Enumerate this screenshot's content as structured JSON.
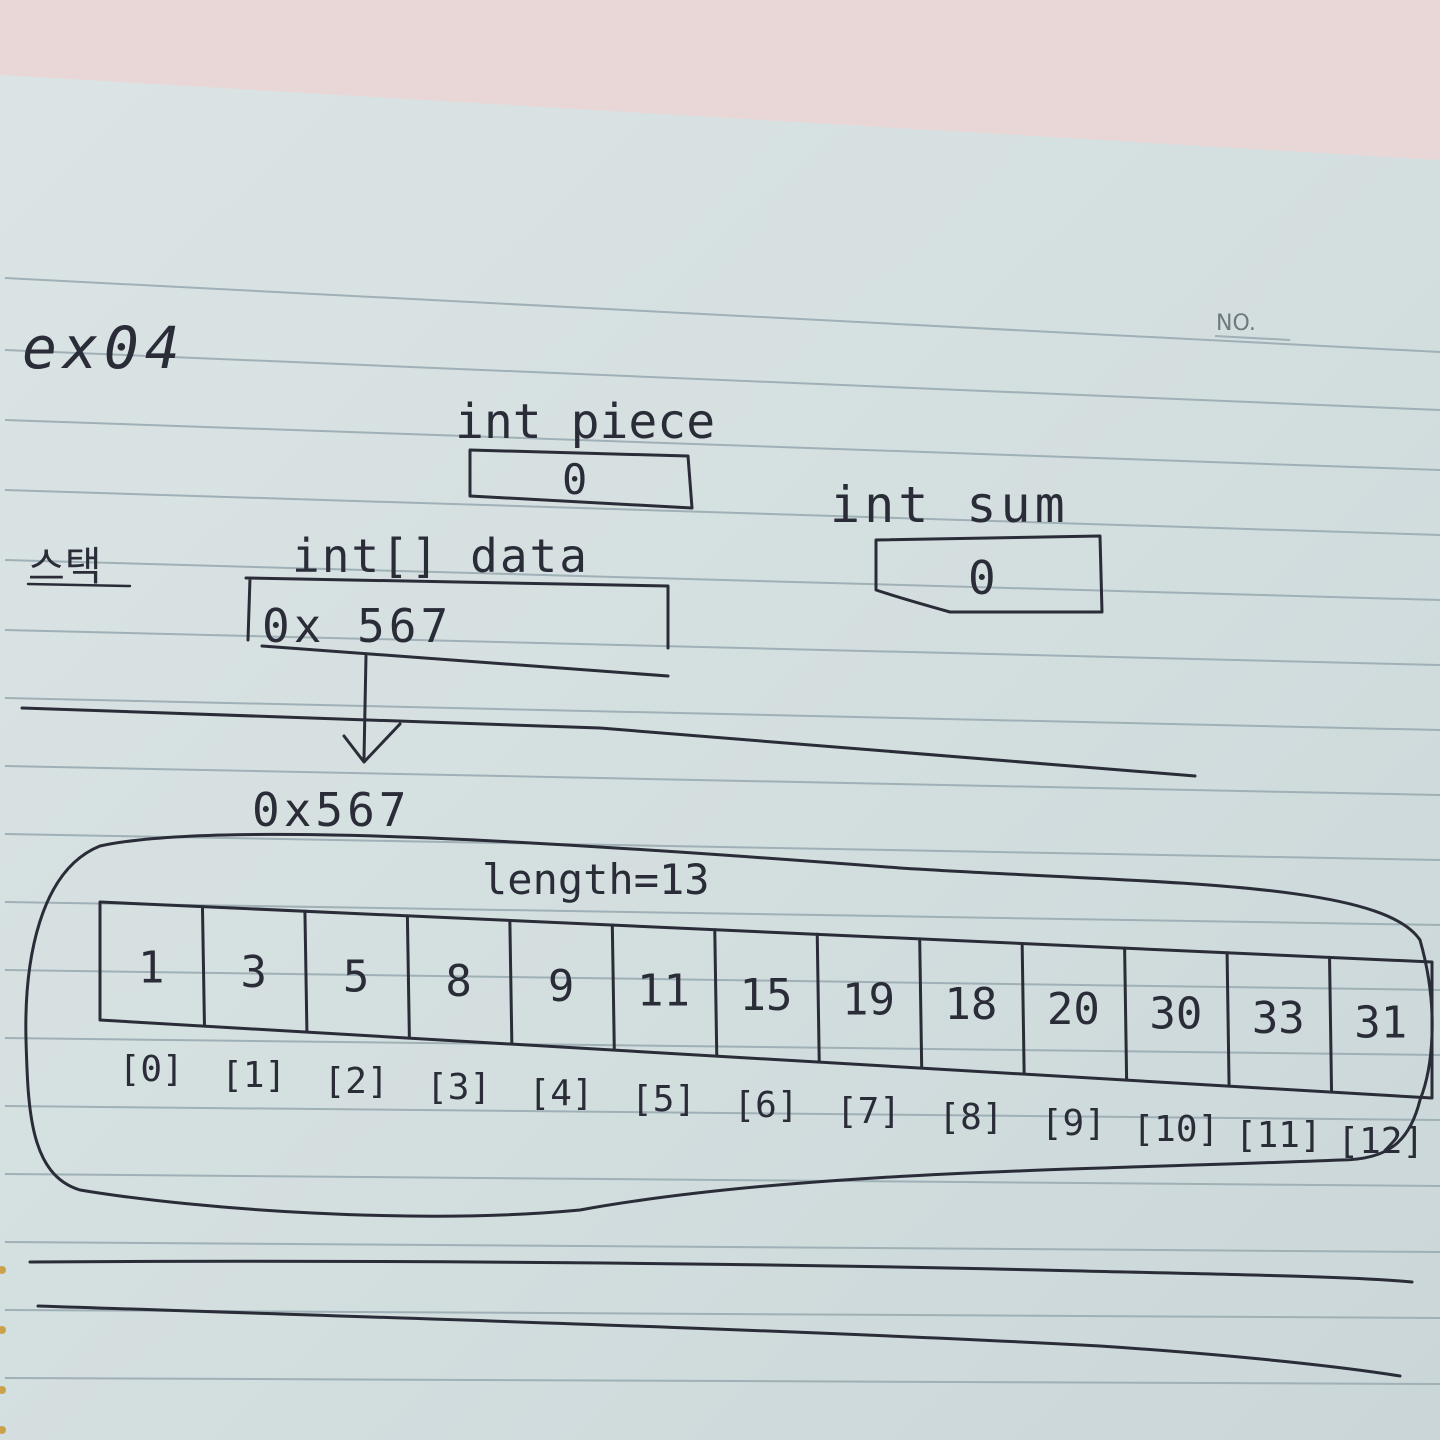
{
  "page": {
    "no_label": "NO.",
    "title": "ex04"
  },
  "stack": {
    "label": "스택",
    "piece": {
      "decl": "int piece",
      "value": "0"
    },
    "sum": {
      "decl": "int sum",
      "value": "0"
    },
    "data": {
      "decl": "int[] data",
      "value": "0x 567"
    }
  },
  "heap": {
    "address": "0x567",
    "length_label": "length=13",
    "cells": [
      {
        "value": "1",
        "index": "[0]"
      },
      {
        "value": "3",
        "index": "[1]"
      },
      {
        "value": "5",
        "index": "[2]"
      },
      {
        "value": "8",
        "index": "[3]"
      },
      {
        "value": "9",
        "index": "[4]"
      },
      {
        "value": "11",
        "index": "[5]"
      },
      {
        "value": "15",
        "index": "[6]"
      },
      {
        "value": "19",
        "index": "[7]"
      },
      {
        "value": "18",
        "index": "[8]"
      },
      {
        "value": "20",
        "index": "[9]"
      },
      {
        "value": "30",
        "index": "[10]"
      },
      {
        "value": "33",
        "index": "[11]"
      },
      {
        "value": "31",
        "index": "[12]"
      }
    ]
  },
  "colors": {
    "paper": "#d7e1e2",
    "ink": "#2a2c38",
    "rule": "#9fb0b6",
    "background": "#e9d7d7"
  }
}
